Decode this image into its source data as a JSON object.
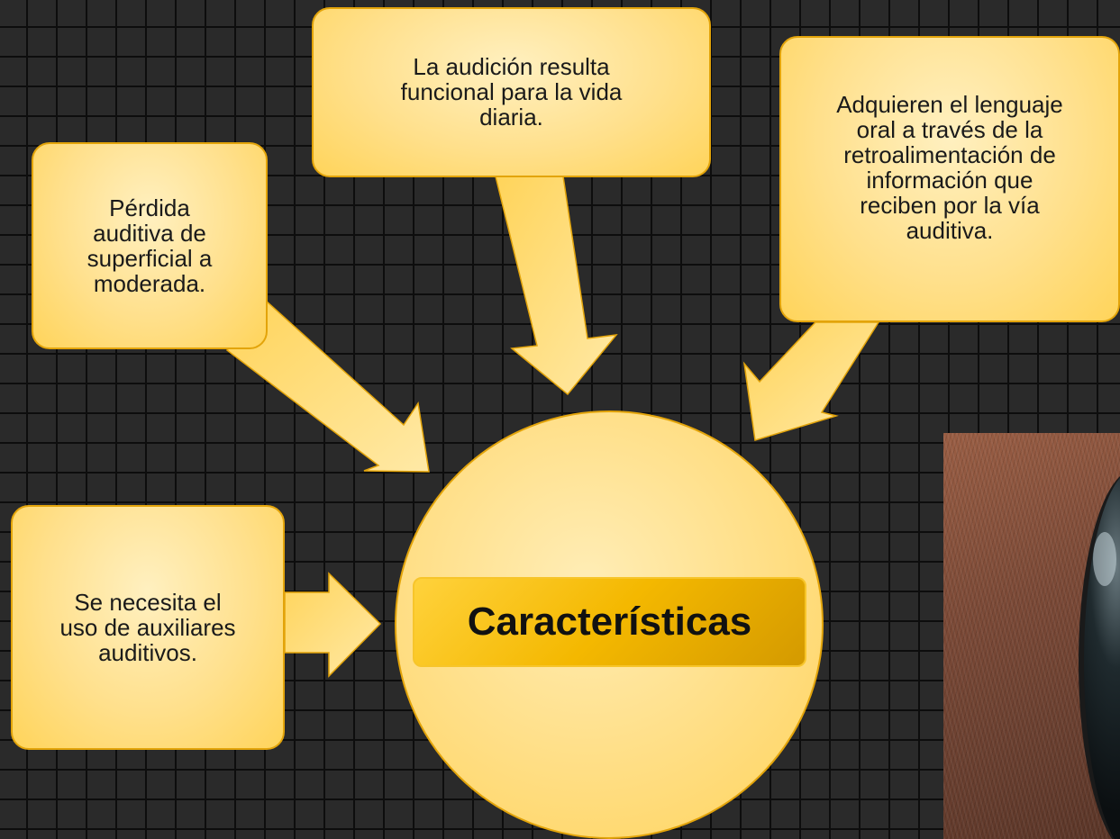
{
  "diagram": {
    "center_label": "Características",
    "boxes": [
      {
        "id": "top",
        "lines": [
          "La audición resulta",
          "funcional para la vida",
          "diaria."
        ]
      },
      {
        "id": "left-upper",
        "lines": [
          "Pérdida",
          "auditiva de",
          "superficial a",
          "moderada."
        ]
      },
      {
        "id": "right",
        "lines": [
          "Adquieren el lenguaje",
          "oral a través de la",
          "retroalimentación de",
          "información que",
          "reciben por la vía",
          "auditiva."
        ]
      },
      {
        "id": "left-lower",
        "lines": [
          "Se necesita el",
          "uso de auxiliares",
          "auditivos."
        ]
      }
    ]
  },
  "colors": {
    "background": "#2a2a2a",
    "grid": "#0d0d0d",
    "box_fill": "#ffe08c",
    "box_border": "#e3a40a",
    "accent": "#f4b800"
  }
}
